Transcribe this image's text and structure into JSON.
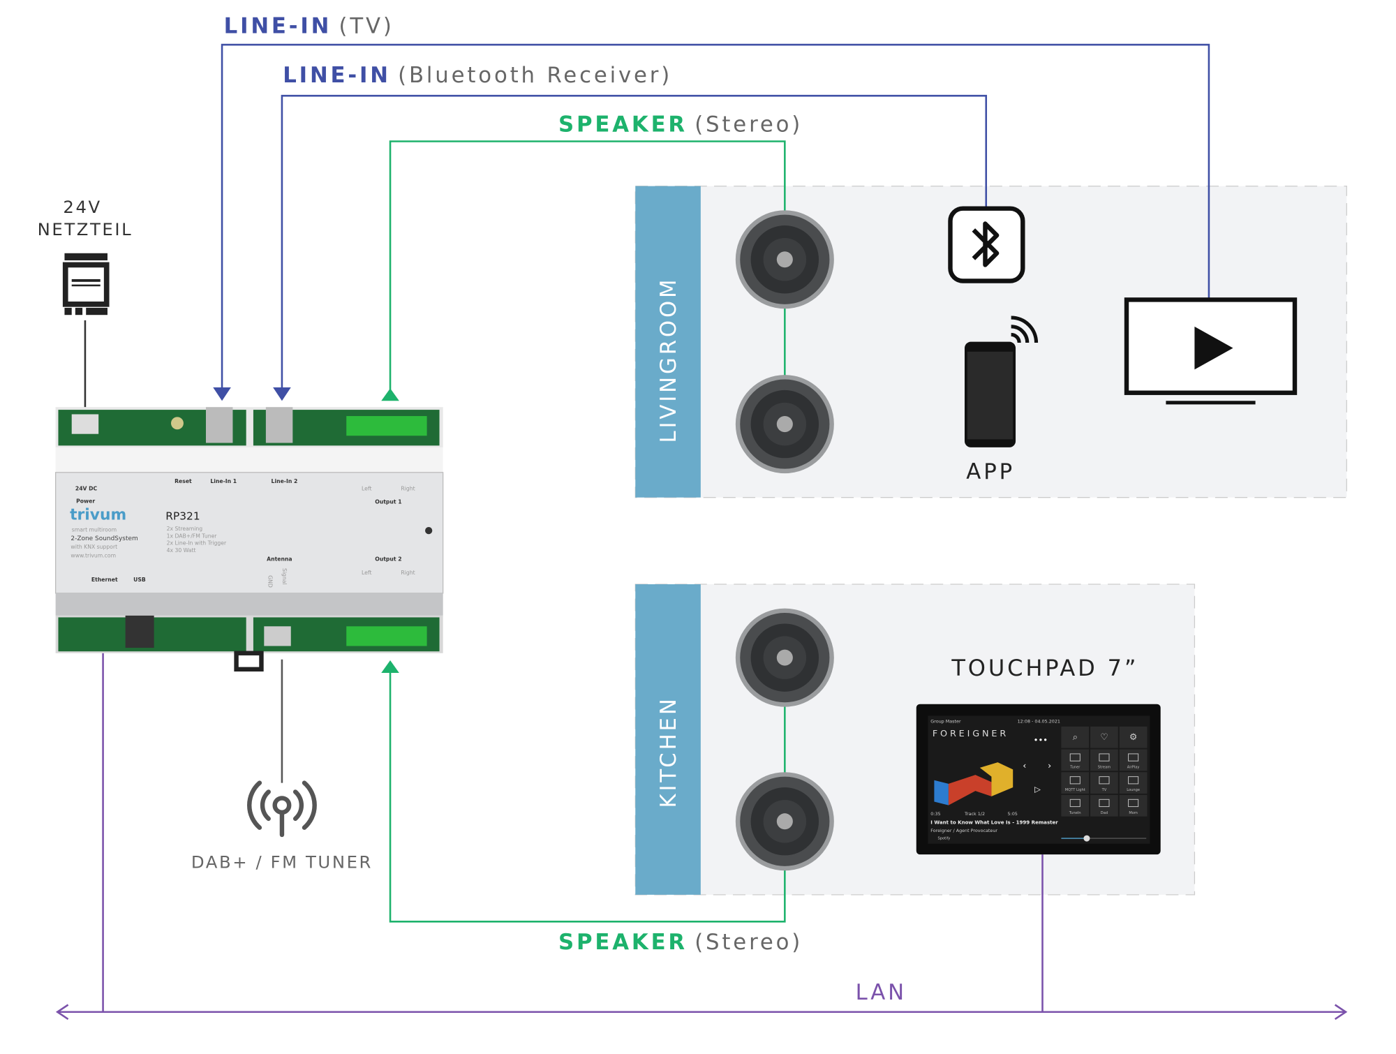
{
  "connections": {
    "line_in_tv": {
      "label": "LINE-IN",
      "detail": "(TV)"
    },
    "line_in_bt": {
      "label": "LINE-IN",
      "detail": "(Bluetooth Receiver)"
    },
    "speaker_top": {
      "label": "SPEAKER",
      "detail": "(Stereo)"
    },
    "speaker_bottom": {
      "label": "SPEAKER",
      "detail": "(Stereo)"
    },
    "lan": {
      "label": "LAN"
    }
  },
  "power_supply": {
    "line1": "24V",
    "line2": "NETZTEIL"
  },
  "tuner": {
    "label": "DAB+ / FM TUNER"
  },
  "rooms": {
    "living": {
      "label": "LIVINGROOM",
      "app_label": "APP"
    },
    "kitchen": {
      "label": "KITCHEN",
      "touchpad_label": "TOUCHPAD 7”"
    }
  },
  "device": {
    "brand": "trivum",
    "brand_sub": "smart multiroom",
    "desc1": "2-Zone SoundSystem",
    "desc2": "with KNX support",
    "url": "www.trivum.com",
    "model": "RP321",
    "features": [
      "2x Streaming",
      "1x DAB+/FM Tuner",
      "2x Line-In with Trigger",
      "4x 30 Watt"
    ],
    "ports": {
      "dc": "24V DC",
      "power": "Power",
      "reset": "Reset",
      "line_in_1": "Line-In 1",
      "line_in_2": "Line-In 2",
      "output1": "Output 1",
      "output2": "Output 2",
      "left": "Left",
      "right": "Right",
      "antenna": "Antenna",
      "gnd": "GND",
      "signal": "Signal",
      "ethernet": "Ethernet",
      "usb": "USB"
    }
  },
  "touchpad_screen": {
    "group": "Group Master",
    "datetime": "12:08 - 04.05.2021",
    "album_artist": "FOREIGNER",
    "elapsed": "0:35",
    "track": "Track 1/2",
    "duration": "5:05",
    "title": "I Want to Know What Love Is - 1999 Remaster",
    "subtitle": "Foreigner / Agent Provocateur",
    "source": "Spotify",
    "tiles": [
      "Tuner",
      "Stream",
      "AirPlay",
      "MQTT Light",
      "TV",
      "Lounge",
      "TuneIn",
      "Dad",
      "Mom"
    ],
    "volume": 0.3
  },
  "colors": {
    "line_in": "#3f4fa5",
    "speaker": "#1db26c",
    "lan": "#7b52ab",
    "room_bar": "#6aabca",
    "room_bg": "#f2f3f5"
  }
}
